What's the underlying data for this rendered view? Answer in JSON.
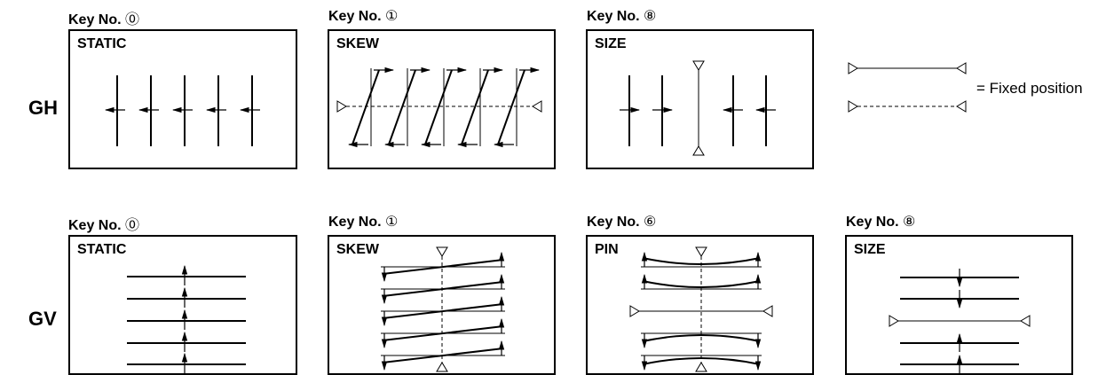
{
  "key_prefix": "Key No.",
  "rows": {
    "gh": {
      "label": "GH"
    },
    "gv": {
      "label": "GV"
    }
  },
  "panels": {
    "gh_static": {
      "key": "⓪",
      "title": "STATIC"
    },
    "gh_skew": {
      "key": "①",
      "title": "SKEW"
    },
    "gh_size": {
      "key": "⑧",
      "title": "SIZE"
    },
    "gv_static": {
      "key": "⓪",
      "title": "STATIC"
    },
    "gv_skew": {
      "key": "①",
      "title": "SKEW"
    },
    "gv_pin": {
      "key": "⑥",
      "title": "PIN"
    },
    "gv_size": {
      "key": "⑧",
      "title": "SIZE"
    }
  },
  "legend": {
    "text": "= Fixed position"
  }
}
